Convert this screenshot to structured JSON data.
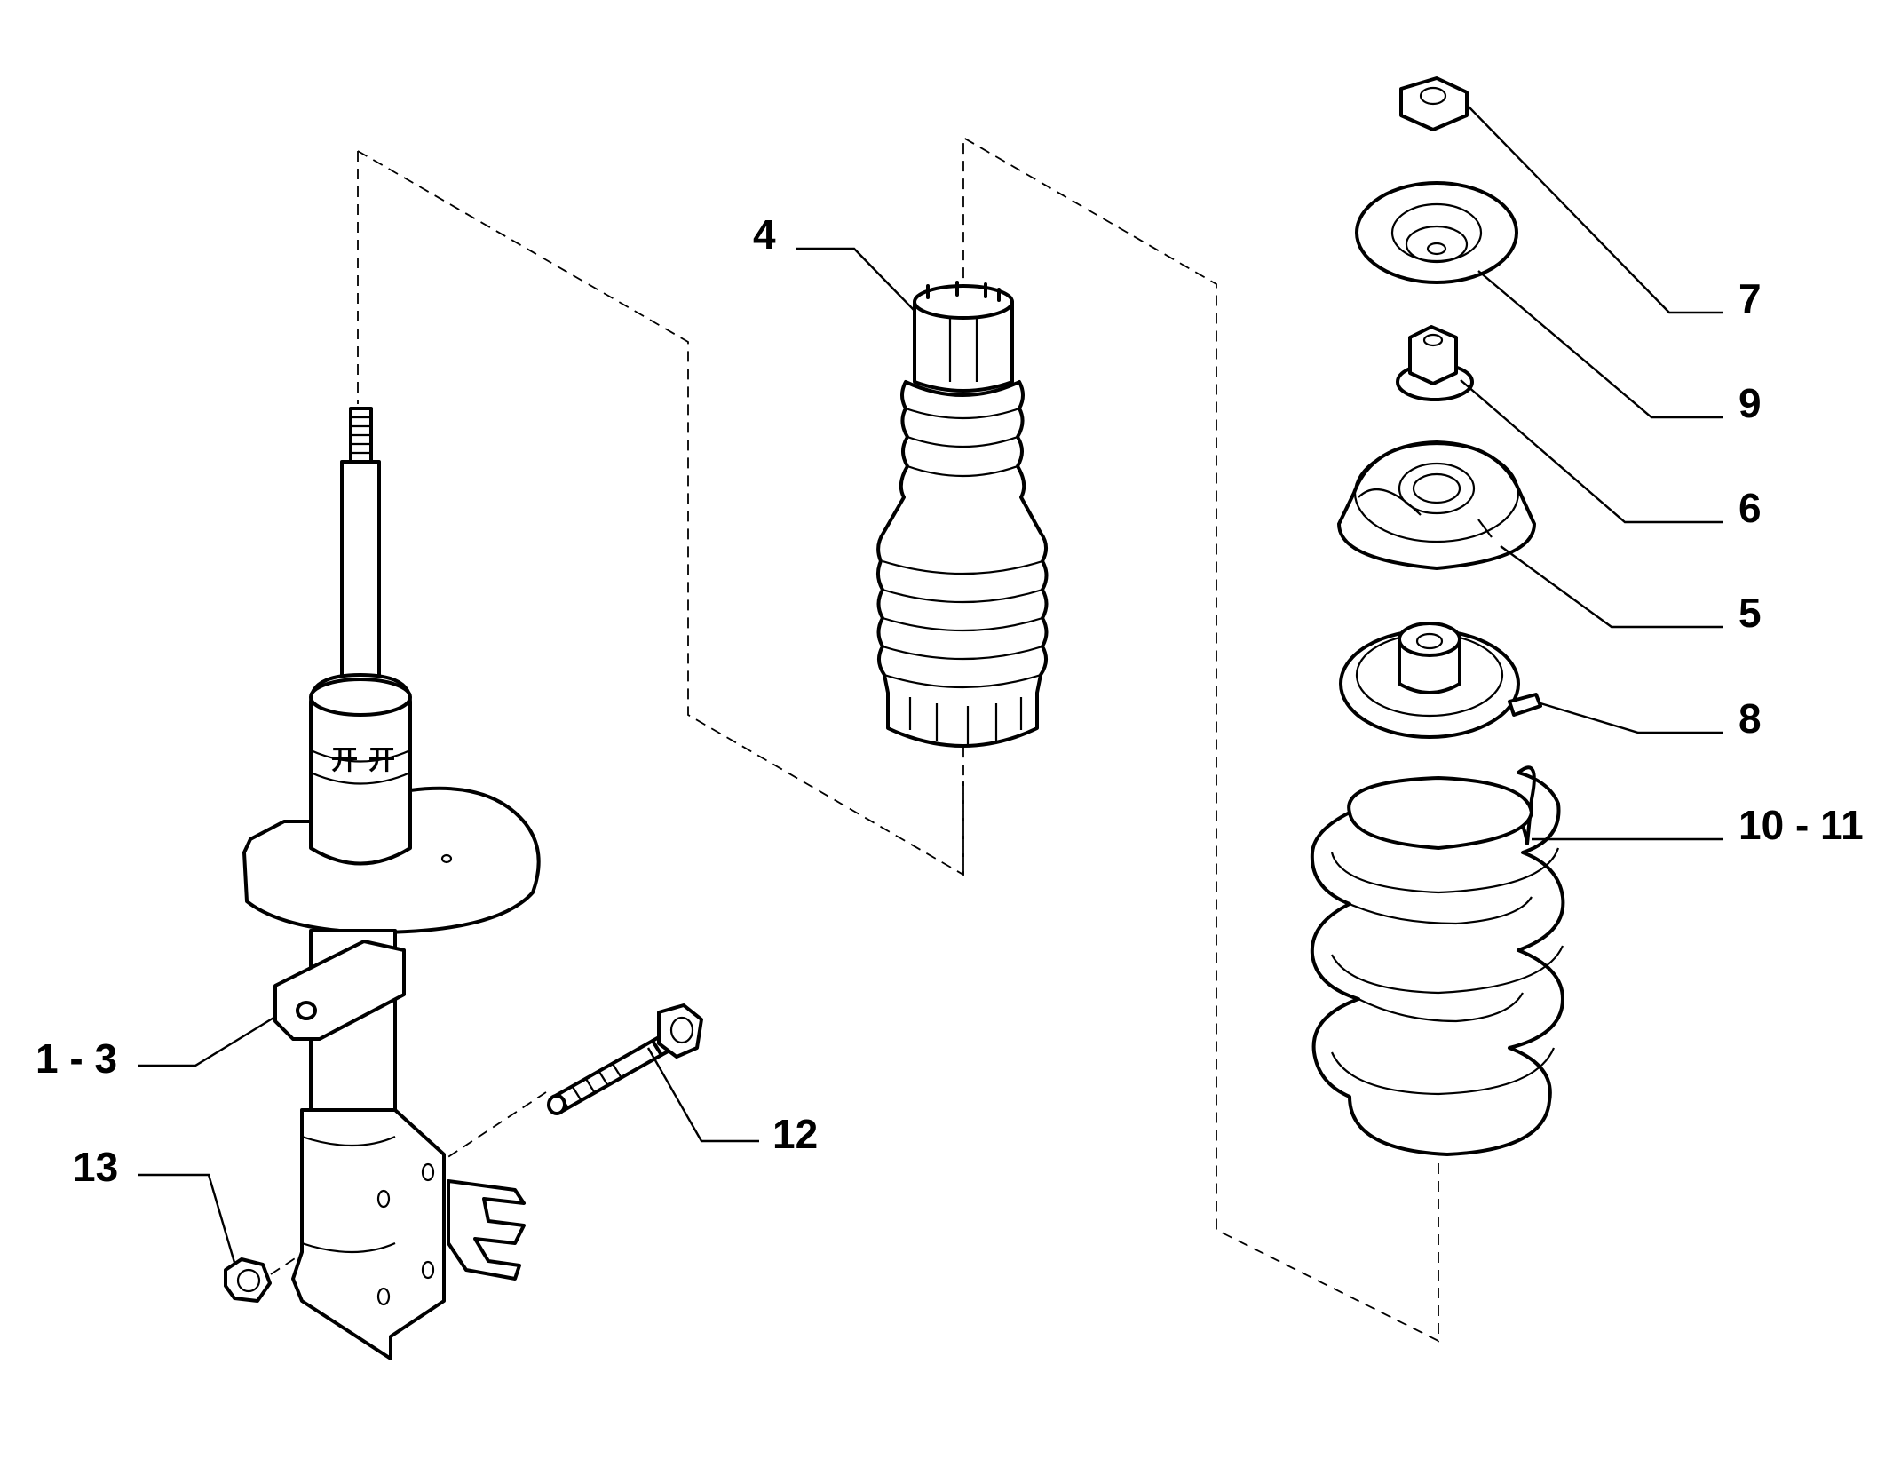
{
  "colors": {
    "line": "#000000",
    "background": "#ffffff"
  },
  "callouts": {
    "c4": "4",
    "c7": "7",
    "c9": "9",
    "c6": "6",
    "c5": "5",
    "c8": "8",
    "c10_11": "10 - 11",
    "c1_3": "1 - 3",
    "c12": "12",
    "c13": "13"
  }
}
